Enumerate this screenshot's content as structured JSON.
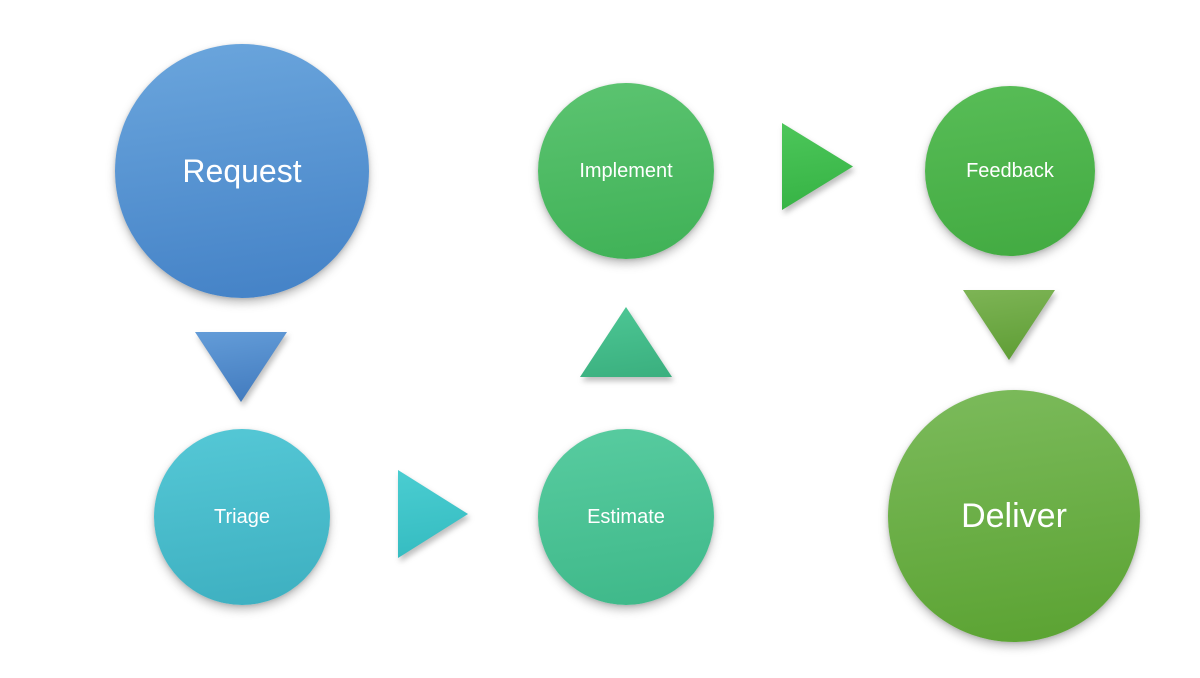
{
  "page": {
    "background_color": "#ffffff",
    "text_color": "#ffffff"
  },
  "diagram": {
    "type": "process-flow",
    "flow_order": [
      "Request",
      "Triage",
      "Estimate",
      "Implement",
      "Feedback",
      "Deliver"
    ],
    "nodes": [
      {
        "id": "request",
        "label": "Request",
        "shape": "circle",
        "size": "large",
        "color_top": "#6ba6dd",
        "color_bottom": "#4381c6"
      },
      {
        "id": "triage",
        "label": "Triage",
        "shape": "circle",
        "size": "small",
        "color_top": "#55c8d6",
        "color_bottom": "#3dafc0"
      },
      {
        "id": "estimate",
        "label": "Estimate",
        "shape": "circle",
        "size": "small",
        "color_top": "#58cca0",
        "color_bottom": "#3eb889"
      },
      {
        "id": "implement",
        "label": "Implement",
        "shape": "circle",
        "size": "small",
        "color_top": "#5cc471",
        "color_bottom": "#3fb156"
      },
      {
        "id": "feedback",
        "label": "Feedback",
        "shape": "circle",
        "size": "small",
        "color_top": "#58bd57",
        "color_bottom": "#42aa41"
      },
      {
        "id": "deliver",
        "label": "Deliver",
        "shape": "circle",
        "size": "large",
        "color_top": "#7cbb5c",
        "color_bottom": "#5aa231"
      }
    ],
    "connectors": [
      {
        "id": "request-to-triage",
        "from": "Request",
        "to": "Triage",
        "direction": "down",
        "color_top": "#639cd8",
        "color_bottom": "#4079bd"
      },
      {
        "id": "triage-to-estimate",
        "from": "Triage",
        "to": "Estimate",
        "direction": "right",
        "color_top": "#4acdd1",
        "color_bottom": "#34bbc0"
      },
      {
        "id": "estimate-to-implement",
        "from": "Estimate",
        "to": "Implement",
        "direction": "up",
        "color_top": "#4dc795",
        "color_bottom": "#3aaf7e"
      },
      {
        "id": "implement-to-feedback",
        "from": "Implement",
        "to": "Feedback",
        "direction": "right",
        "color_top": "#4cc65a",
        "color_bottom": "#35b243"
      },
      {
        "id": "feedback-to-deliver",
        "from": "Feedback",
        "to": "Deliver",
        "direction": "down",
        "color_top": "#7db455",
        "color_bottom": "#5d9c33"
      }
    ]
  }
}
